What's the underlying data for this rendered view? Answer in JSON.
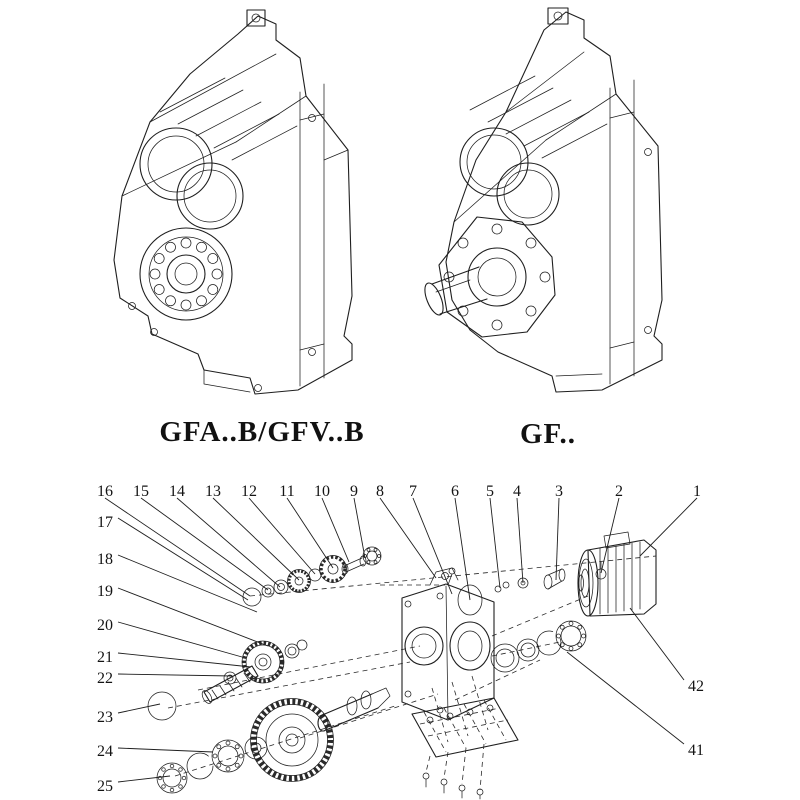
{
  "page": {
    "background": "#ffffff",
    "line_color": "#1f1f1f"
  },
  "captions": {
    "left_model": "GFA..B/GFV..B",
    "right_model": "GF.."
  },
  "callouts": {
    "top_row": [
      "16",
      "15",
      "14",
      "13",
      "12",
      "11",
      "10",
      "9",
      "8",
      "7",
      "6",
      "5",
      "4",
      "3",
      "2",
      "1"
    ],
    "left_column": [
      "17",
      "18",
      "19",
      "20",
      "21",
      "22",
      "23",
      "24",
      "25"
    ],
    "right_column": [
      "42",
      "41"
    ]
  }
}
